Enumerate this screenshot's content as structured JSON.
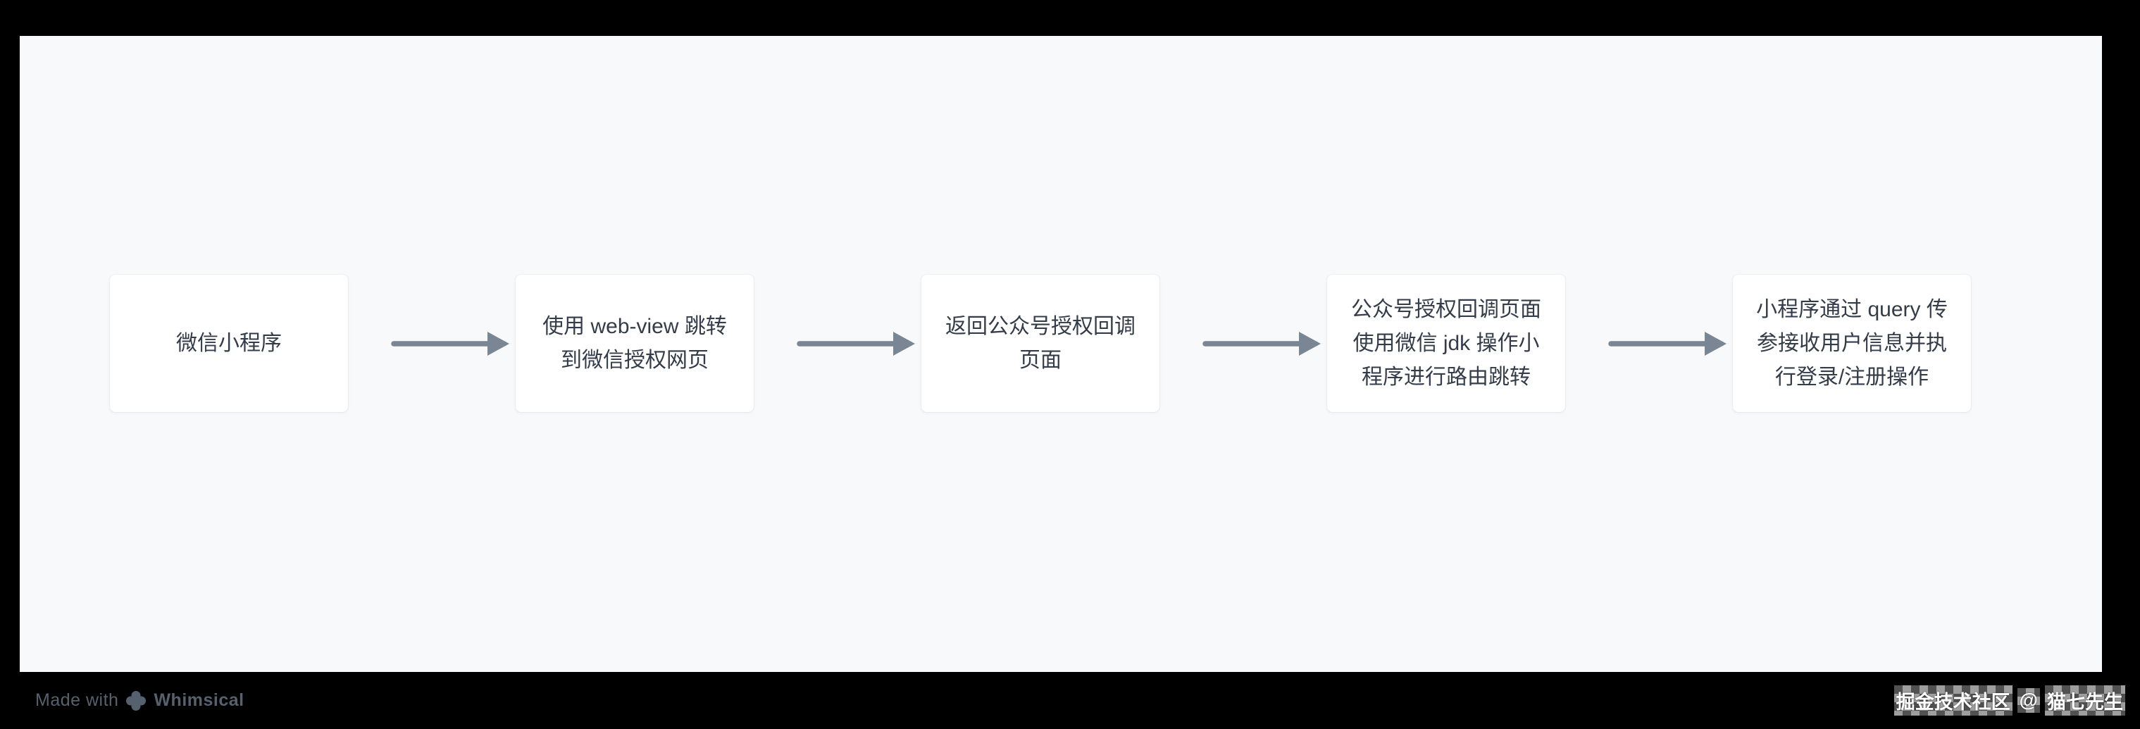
{
  "colors": {
    "frame": "#000000",
    "canvas": "#f8f9fb",
    "box-bg": "#ffffff",
    "box-text": "#333c48",
    "arrow": "#7b8694",
    "madewith-text": "#56616e",
    "watermark-text": "#ffffff",
    "checker-light": "#9e9e9e",
    "checker-dark": "#515151"
  },
  "flow": {
    "steps": [
      {
        "label": "微信小程序"
      },
      {
        "label": "使用 web-view 跳转到微信授权网页"
      },
      {
        "label": "返回公众号授权回调页面"
      },
      {
        "label": "公众号授权回调页面使用微信 jdk 操作小程序进行路由跳转"
      },
      {
        "label": "小程序通过 query 传参接收用户信息并执行登录/注册操作"
      }
    ]
  },
  "footer": {
    "made_with_prefix": "Made with",
    "made_with_brand": "Whimsical",
    "watermark_community": "掘金技术社区",
    "watermark_separator": "@",
    "watermark_author": "猫七先生"
  }
}
